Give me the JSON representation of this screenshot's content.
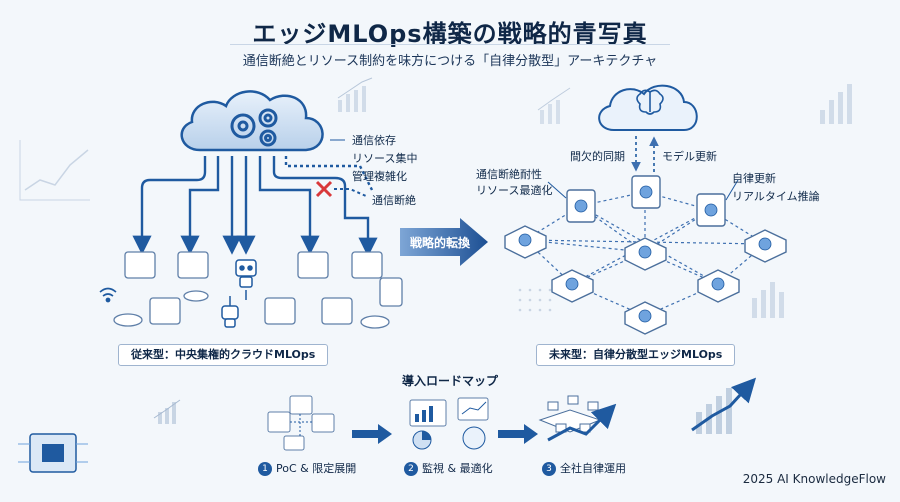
{
  "header": {
    "title": "エッジMLOps構築の戦略的青写真",
    "subtitle": "通信断絶とリソース制約を味方につける「自律分散型」アーキテクチャ"
  },
  "legacy": {
    "problems": [
      "通信依存",
      "リソース集中",
      "管理複雑化"
    ],
    "disconnect": "通信断絶",
    "banner": "従来型：中央集権的クラウドMLOps"
  },
  "transition": {
    "label": "戦略的転換"
  },
  "future": {
    "left_labels": [
      "通信断絶耐性",
      "リソース最適化"
    ],
    "sync_label": "間欠的同期",
    "update_label": "モデル更新",
    "right_labels": [
      "自律更新",
      "リアルタイム推論"
    ],
    "banner": "未来型：自律分散型エッジMLOps"
  },
  "roadmap": {
    "title": "導入ロードマップ",
    "steps": [
      {
        "num": "1",
        "label": "PoC & 限定展開"
      },
      {
        "num": "2",
        "label": "監視 & 最適化"
      },
      {
        "num": "3",
        "label": "全社自律運用"
      }
    ]
  },
  "footer": {
    "credit": "2025 AI KnowledgeFlow"
  },
  "colors": {
    "primary": "#1f5aa0",
    "accent_red": "#d9383a",
    "cloud": "#dbe8f6"
  }
}
